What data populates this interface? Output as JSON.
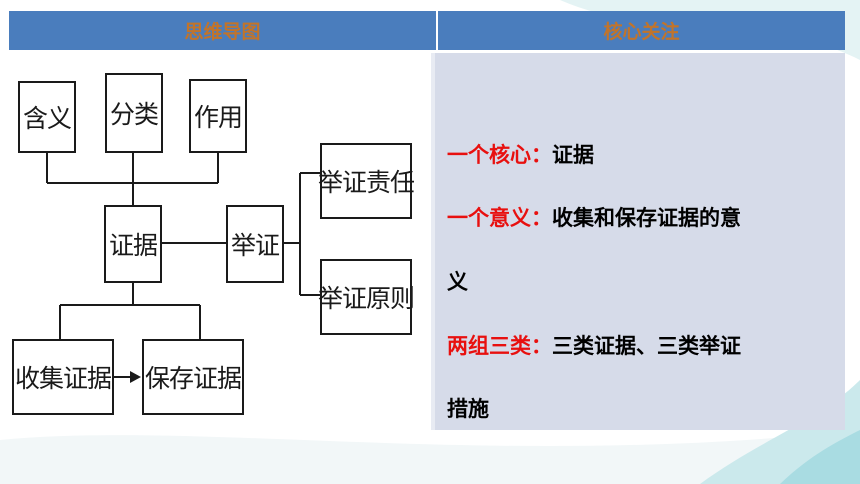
{
  "header": {
    "left_title": "思维导图",
    "right_title": "核心关注"
  },
  "diagram": {
    "nodes": {
      "hanyi": "含义",
      "fenlei": "分类",
      "zuoyong": "作用",
      "zhengju": "证据",
      "juzheng": "举证",
      "zeren": "举证责任",
      "yuanze": "举证原则",
      "shouji": "收集证据",
      "baocun": "保存证据"
    }
  },
  "focus": {
    "line1_label": "一个核心：",
    "line1_text": "证据",
    "line2_label": "一个意义：",
    "line2_text": "收集和保存证据的意",
    "line3_text": "义",
    "line4_label": "两组三类：",
    "line4_text": "三类证据、三类举证",
    "line5_text": "措施"
  },
  "colors": {
    "header_bg": "#4a7dbd",
    "header_text": "#c2742a",
    "panel_bg": "#d6dbe9",
    "label_red": "#e8100f"
  }
}
